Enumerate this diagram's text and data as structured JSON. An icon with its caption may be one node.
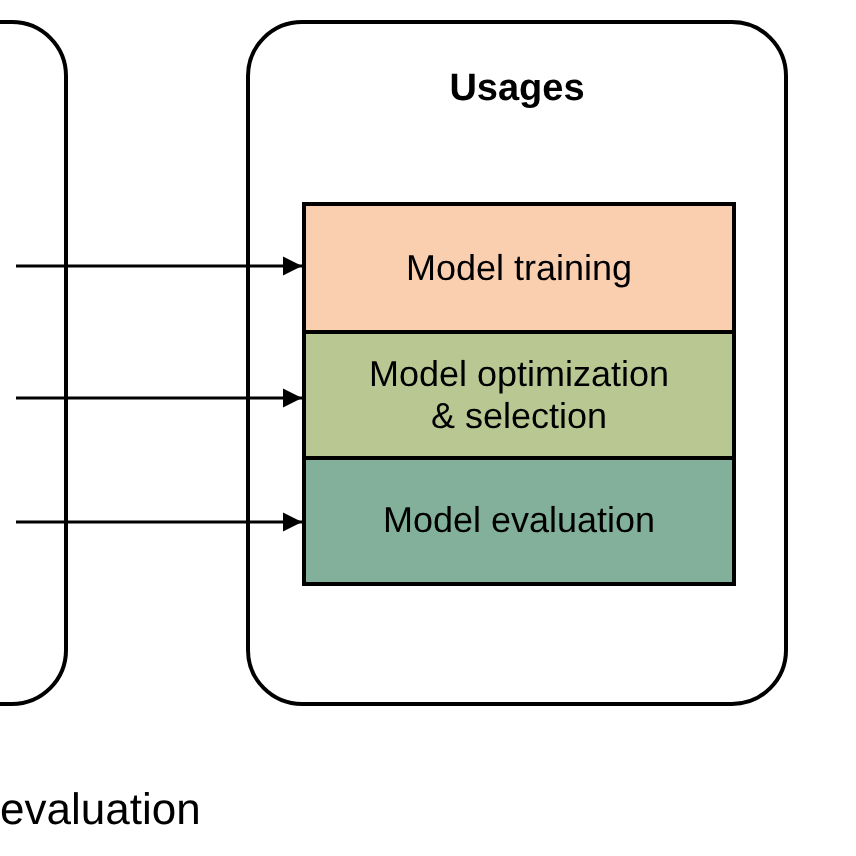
{
  "diagram": {
    "nodes": [
      {
        "text": [],
        "shape": "box"
      },
      {
        "text": [
          "Usages"
        ]
      },
      {
        "text": [
          "Model training"
        ],
        "in": 1
      },
      {
        "text": [
          "Model optimization & selection"
        ],
        "in": 1
      },
      {
        "text": [
          "Model evaluation"
        ],
        "in": 1
      }
    ],
    "edges": [
      {
        "from": 0,
        "to": 2,
        "arrow": "to"
      },
      {
        "from": 0,
        "to": 3,
        "arrow": "to"
      },
      {
        "from": 0,
        "to": 4,
        "arrow": "to"
      }
    ],
    "labels": [
      "evaluation"
    ]
  }
}
